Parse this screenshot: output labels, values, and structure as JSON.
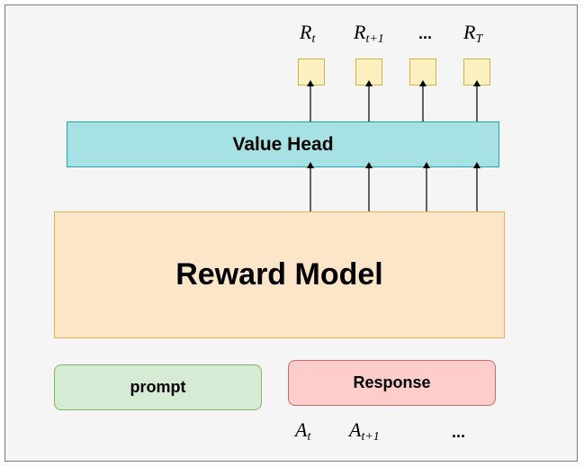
{
  "diagram": {
    "value_head": "Value Head",
    "reward_model": "Reward Model",
    "prompt": "prompt",
    "response": "Response",
    "rewards": [
      {
        "base": "R",
        "sub": "t"
      },
      {
        "base": "R",
        "sub": "t+1"
      },
      {
        "dots": "..."
      },
      {
        "base": "R",
        "sub": "T"
      }
    ],
    "actions": [
      {
        "base": "A",
        "sub": "t"
      },
      {
        "base": "A",
        "sub": "t+1"
      },
      {
        "dots": "..."
      }
    ]
  },
  "colors": {
    "value_head_fill": "#a6e2e4",
    "reward_model_fill": "#fde5c9",
    "prompt_fill": "#d5ebd4",
    "response_fill": "#fdcdcc",
    "reward_square_fill": "#fcf0bf"
  }
}
